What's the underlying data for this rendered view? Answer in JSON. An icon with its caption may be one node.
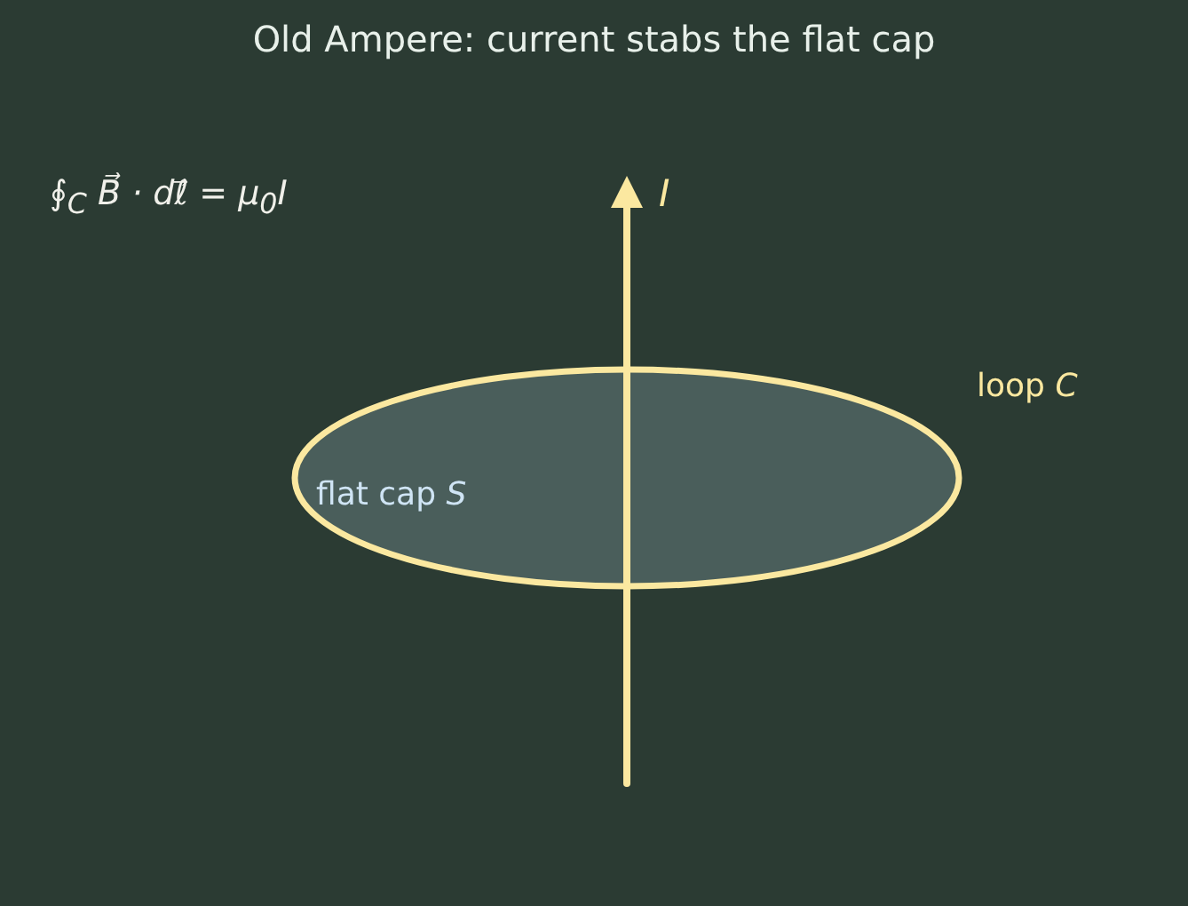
{
  "diagram": {
    "title": "Old Ampere: current stabs the flat cap",
    "nodes": [
      {
        "text": [
          "flat cap *S*"
        ],
        "beside": [
          "loop *C*"
        ]
      }
    ],
    "labels": [
      "∮$_{C}$ B⃗ · dℓ⃗ = μ$_{0}$I",
      "I"
    ]
  }
}
